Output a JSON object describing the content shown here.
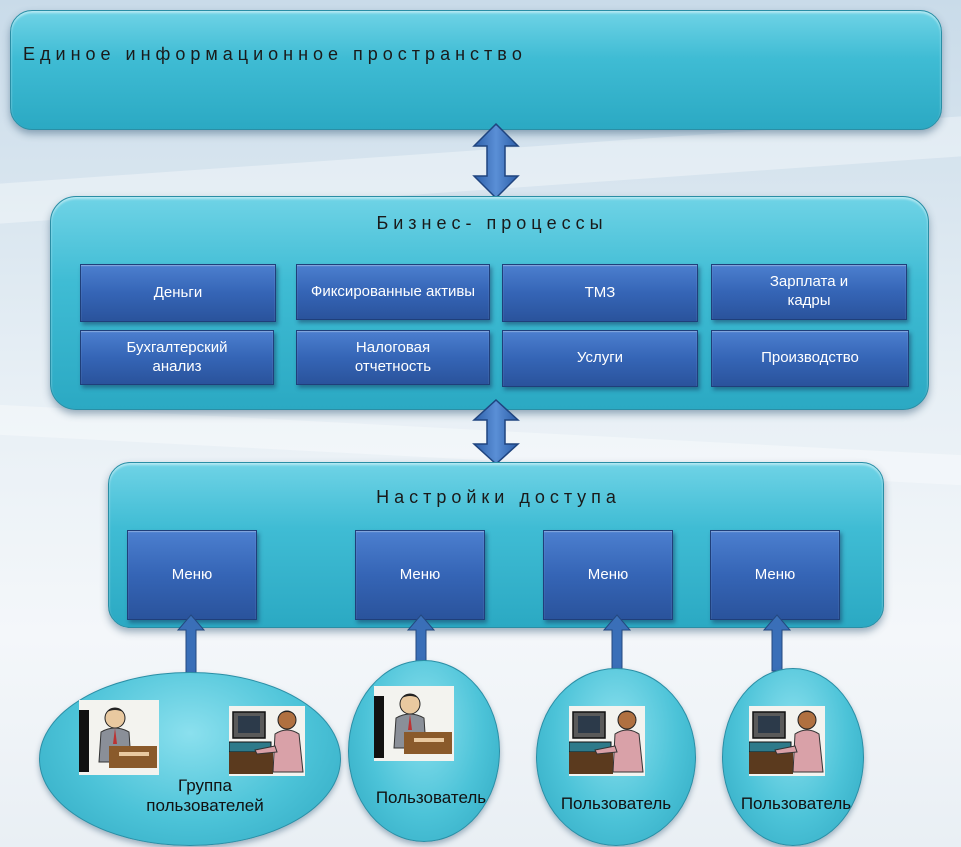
{
  "top_panel": {
    "title": "Е д и н о е   и н ф о р м а ц и о н н о е   п р о с т р а н с т в о"
  },
  "business_panel": {
    "title": "Б и з н е с -   п р о ц е с с ы",
    "items": [
      "Деньги",
      "Фиксированные активы",
      "ТМЗ",
      "Зарплата и кадры",
      "Бухгалтерский анализ",
      "Налоговая отчетность",
      "Услуги",
      "Производство"
    ]
  },
  "access_panel": {
    "title": "Н а с т р о й к и   д о с т у п а",
    "menus": [
      "Меню",
      "Меню",
      "Меню",
      "Меню"
    ]
  },
  "users": [
    "Группа пользователей",
    "Пользователь",
    "Пользователь",
    "Пользователь"
  ],
  "colors": {
    "panel": "#3fbcd4",
    "box": "#3565b6",
    "arrow": "#3a6fb8"
  },
  "icons": [
    "double-arrow-icon",
    "up-arrow-icon",
    "person-at-desk-icon",
    "person-at-computer-icon"
  ]
}
